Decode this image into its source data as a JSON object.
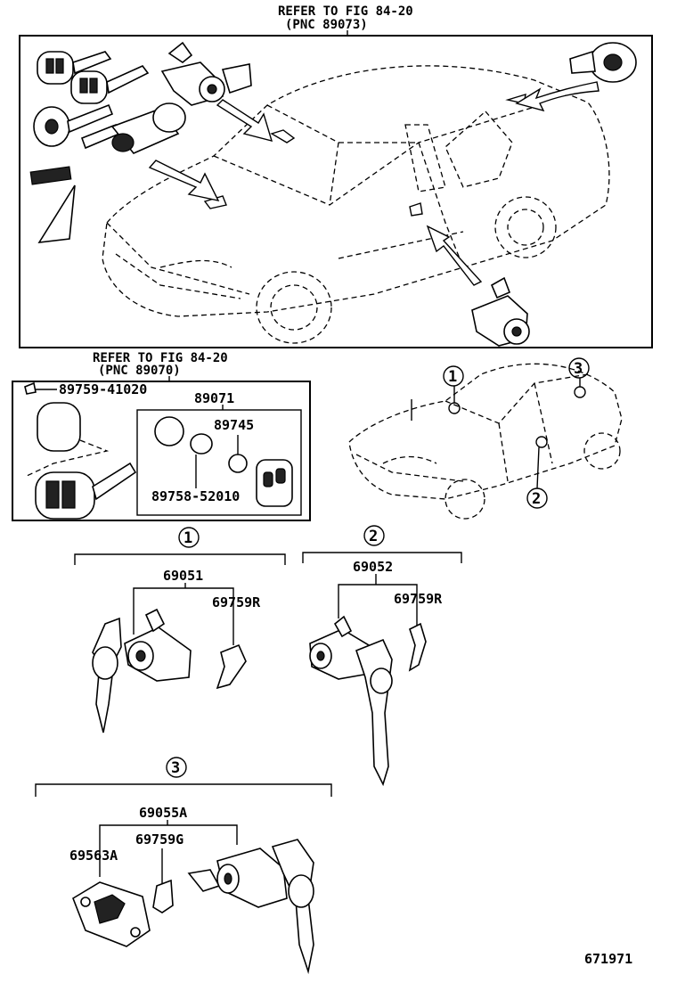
{
  "top_ref": {
    "line1": "REFER TO FIG 84-20",
    "line2": "(PNC 89073)"
  },
  "mid_ref": {
    "line1": "REFER TO FIG 84-20",
    "line2": "(PNC 89070)"
  },
  "parts": {
    "screw": "89759-41020",
    "transmitter_assy": "89071",
    "battery": "89745",
    "o_ring": "89758-52010",
    "cyl_front": "69051",
    "clip_front": "69759R",
    "cyl_rear": "69052",
    "clip_rear": "69759R",
    "cyl_lid": "69055A",
    "clip_lid": "69759G",
    "plate_lid": "69563A"
  },
  "callouts": {
    "c1": "1",
    "c2": "2",
    "c3": "3"
  },
  "figure_id": "671971"
}
